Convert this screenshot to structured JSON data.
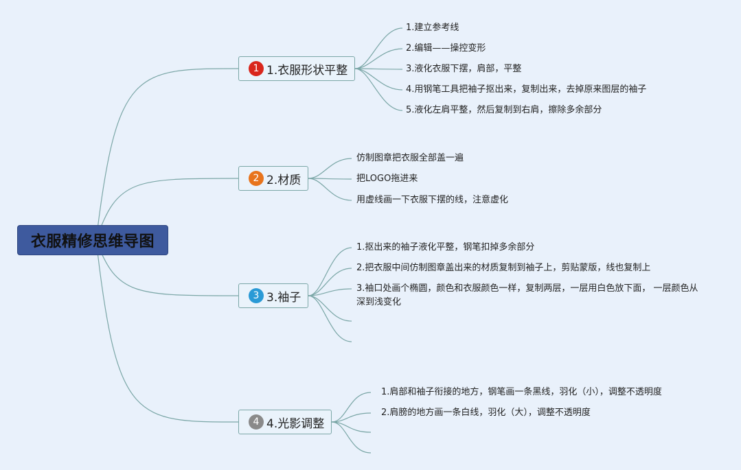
{
  "root": {
    "title": "衣服精修思维导图"
  },
  "colors": {
    "background": "#e9f1fb",
    "root_fill": "#3e5a9e",
    "connector": "#7aa6a6",
    "badge_1": "#d9261c",
    "badge_2": "#e8741c",
    "badge_3": "#2a9ad6",
    "badge_4": "#8a8a8a"
  },
  "branches": [
    {
      "badge": "1",
      "label": "1.衣服形状平整",
      "icon": "number-1-badge-icon",
      "items": [
        "1.建立参考线",
        "2.编辑——操控变形",
        "3.液化衣服下摆，肩部，平整",
        "4.用钢笔工具把袖子抠出来，复制出来，去掉原来图层的袖子",
        "5.液化左肩平整，然后复制到右肩，擦除多余部分"
      ]
    },
    {
      "badge": "2",
      "label": "2.材质",
      "icon": "number-2-badge-icon",
      "items": [
        "仿制图章把衣服全部盖一遍",
        "把LOGO拖进来",
        "用虚线画一下衣服下摆的线，注意虚化"
      ]
    },
    {
      "badge": "3",
      "label": "3.袖子",
      "icon": "number-3-badge-icon",
      "items": [
        "1.抠出来的袖子液化平整，钢笔扣掉多余部分",
        "2.把衣服中间仿制图章盖出来的材质复制到袖子上，剪贴蒙版，线也复制上",
        "3.袖口处画个椭圆，颜色和衣服颜色一样，复制两层，一层用白色放下面， 一层颜色从深到浅变化"
      ]
    },
    {
      "badge": "4",
      "label": "4.光影调整",
      "icon": "number-4-badge-icon",
      "items": [
        "1.肩部和袖子衔接的地方，钢笔画一条黑线，羽化（小），调整不透明度",
        "2.肩膀的地方画一条白线，羽化（大），调整不透明度"
      ]
    }
  ]
}
